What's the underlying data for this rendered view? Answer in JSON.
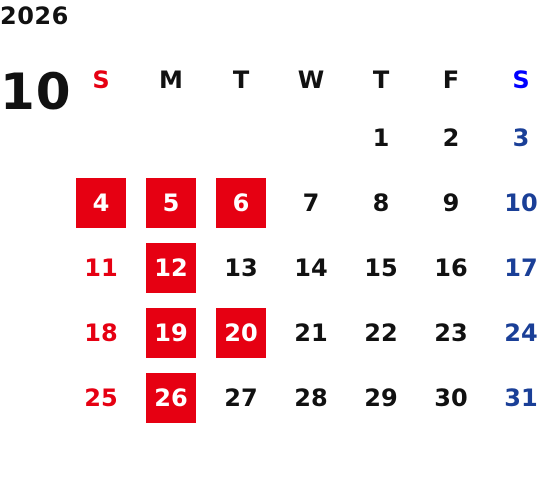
{
  "calendar": {
    "year": "2026",
    "month": "10",
    "colors": {
      "sunday": "#e60012",
      "saturday": "#1a3f97",
      "holiday_bg": "#e60012",
      "holiday_text": "#ffffff",
      "weekday_text": "#111111"
    },
    "weekdays": [
      "S",
      "M",
      "T",
      "W",
      "T",
      "F",
      "S"
    ],
    "weekday_colors": [
      "#e60012",
      "#111111",
      "#111111",
      "#111111",
      "#111111",
      "#111111",
      "#0000ff"
    ],
    "weeks": [
      [
        "",
        "",
        "",
        "",
        "1",
        "2",
        "3"
      ],
      [
        "4",
        "5",
        "6",
        "7",
        "8",
        "9",
        "10"
      ],
      [
        "11",
        "12",
        "13",
        "14",
        "15",
        "16",
        "17"
      ],
      [
        "18",
        "19",
        "20",
        "21",
        "22",
        "23",
        "24"
      ],
      [
        "25",
        "26",
        "27",
        "28",
        "29",
        "30",
        "31"
      ]
    ],
    "highlighted_days": [
      "4",
      "5",
      "6",
      "12",
      "19",
      "20",
      "26"
    ]
  }
}
